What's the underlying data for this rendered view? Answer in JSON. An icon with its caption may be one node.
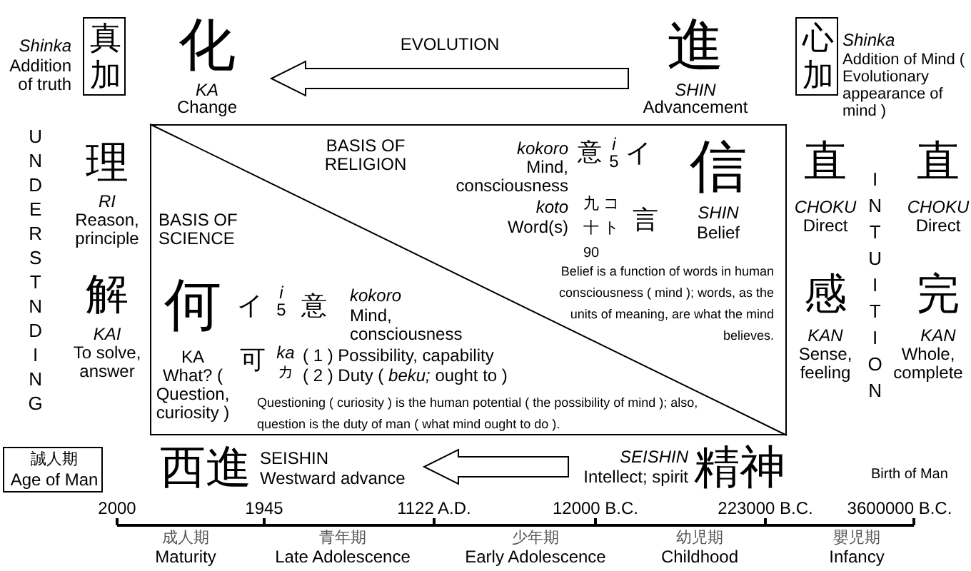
{
  "diagram": {
    "nodes": [
      {
        "text": [
          "真加"
        ],
        "beside": [
          "Shinka",
          "Addition of truth"
        ]
      },
      {
        "text": [
          "化",
          "KA",
          "Change"
        ]
      },
      {
        "text": [
          "進",
          "SHIN",
          "Advancement"
        ]
      },
      {
        "text": [
          "心加"
        ],
        "beside": [
          "Shinka",
          "Addition of Mind ( Evolutionary appearance of mind )"
        ]
      },
      {
        "text": [
          "BASIS OF RELIGION",
          "BASIS OF SCIENCE"
        ]
      },
      {
        "text": [
          "SEISHIN",
          "Intellect; spirit",
          "精神"
        ]
      },
      {
        "text": [
          "西進",
          "SEISHIN",
          "Westward advance"
        ]
      },
      {
        "text": [
          "誠人期",
          "Age of Man"
        ]
      }
    ],
    "edges": [
      {
        "from": 2,
        "to": 1,
        "arrow": "to",
        "label": "EVOLUTION"
      },
      {
        "from": 5,
        "to": 6,
        "arrow": "to"
      }
    ],
    "labels": [
      "UNDERSTNDING",
      "理",
      "RI",
      "Reason, principle",
      "解",
      "KAI",
      "To solve, answer",
      "kokoro",
      "Mind, consciousness",
      "koto",
      "Word(s)",
      "意",
      "i",
      "5",
      "イ",
      "九",
      "コ",
      "十",
      "ト",
      "90",
      "言",
      "信",
      "SHIN",
      "Belief",
      "何",
      "KA",
      "What? ( Question, curiosity )",
      "イ",
      "i",
      "5",
      "意",
      "kokoro",
      "Mind, consciousness",
      "Belief is a function of words in human consciousness ( mind ); words, as the units of meaning, are what the mind believes.",
      "可",
      "ka",
      "カ",
      "( 1 ) Possibility, capability",
      "( 2 ) Duty ( *beku;* ought to )",
      "Questioning ( curiosity ) is the human potential ( the possibility of mind ); also, question is the duty of man ( what mind ought to do ).",
      "直",
      "CHOKU",
      "Direct",
      "INTUITION",
      "直",
      "CHOKU",
      "Direct",
      "感",
      "KAN",
      "Sense, feeling",
      "完",
      "KAN",
      "Whole, complete",
      "Birth of Man",
      "2000",
      "1945",
      "1122 A.D.",
      "12000 B.C.",
      "223000 B.C.",
      "3600000 B.C.",
      "成人期",
      "Maturity",
      "青年期",
      "Late Adolescence",
      "少年期",
      "Early Adolescence",
      "幼児期",
      "Childhood",
      "嬰児期",
      "Infancy"
    ]
  }
}
